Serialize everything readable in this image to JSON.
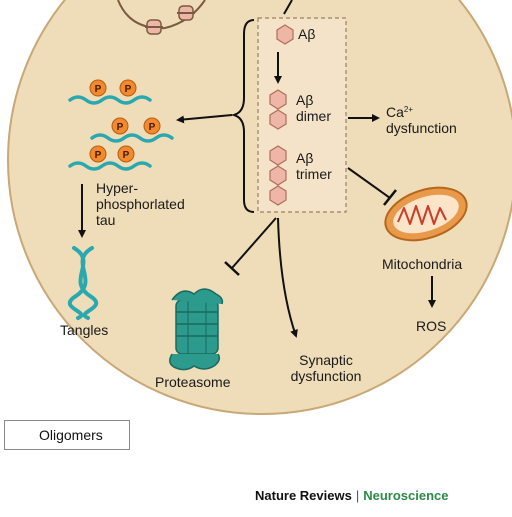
{
  "diagram": {
    "oligomer_labels": {
      "ab": "Aβ",
      "dimer": "dimer",
      "trimer": "trimer"
    },
    "phospho_label": "P",
    "tau_label": [
      "Hyper-",
      "phosphorlated",
      "tau"
    ],
    "tangles_label": "Tangles",
    "proteasome_label": "Proteasome",
    "synaptic_label": [
      "Synaptic",
      "dysfunction"
    ],
    "calcium_label": {
      "ion": "Ca",
      "charge": "2+",
      "text": "dysfunction"
    },
    "mitochondria_label": "Mitochondria",
    "ros_label": "ROS",
    "legend_label": "Oligomers",
    "footer": {
      "journal": "Nature Reviews",
      "separator": "|",
      "section": "Neuroscience"
    },
    "colors": {
      "cell_fill": "#efdcb8",
      "cell_stroke": "#c8a876",
      "oligomer_fill": "#eeb6a6",
      "oligomer_stroke": "#b06f5c",
      "phospho_fill": "#f08a2c",
      "tau_strand": "#2aa8b0",
      "proteasome": "#2c9a8c",
      "mito_outer": "#e89a4a",
      "mito_cristae": "#c83c2a",
      "section_green": "#2a8a4a"
    }
  }
}
